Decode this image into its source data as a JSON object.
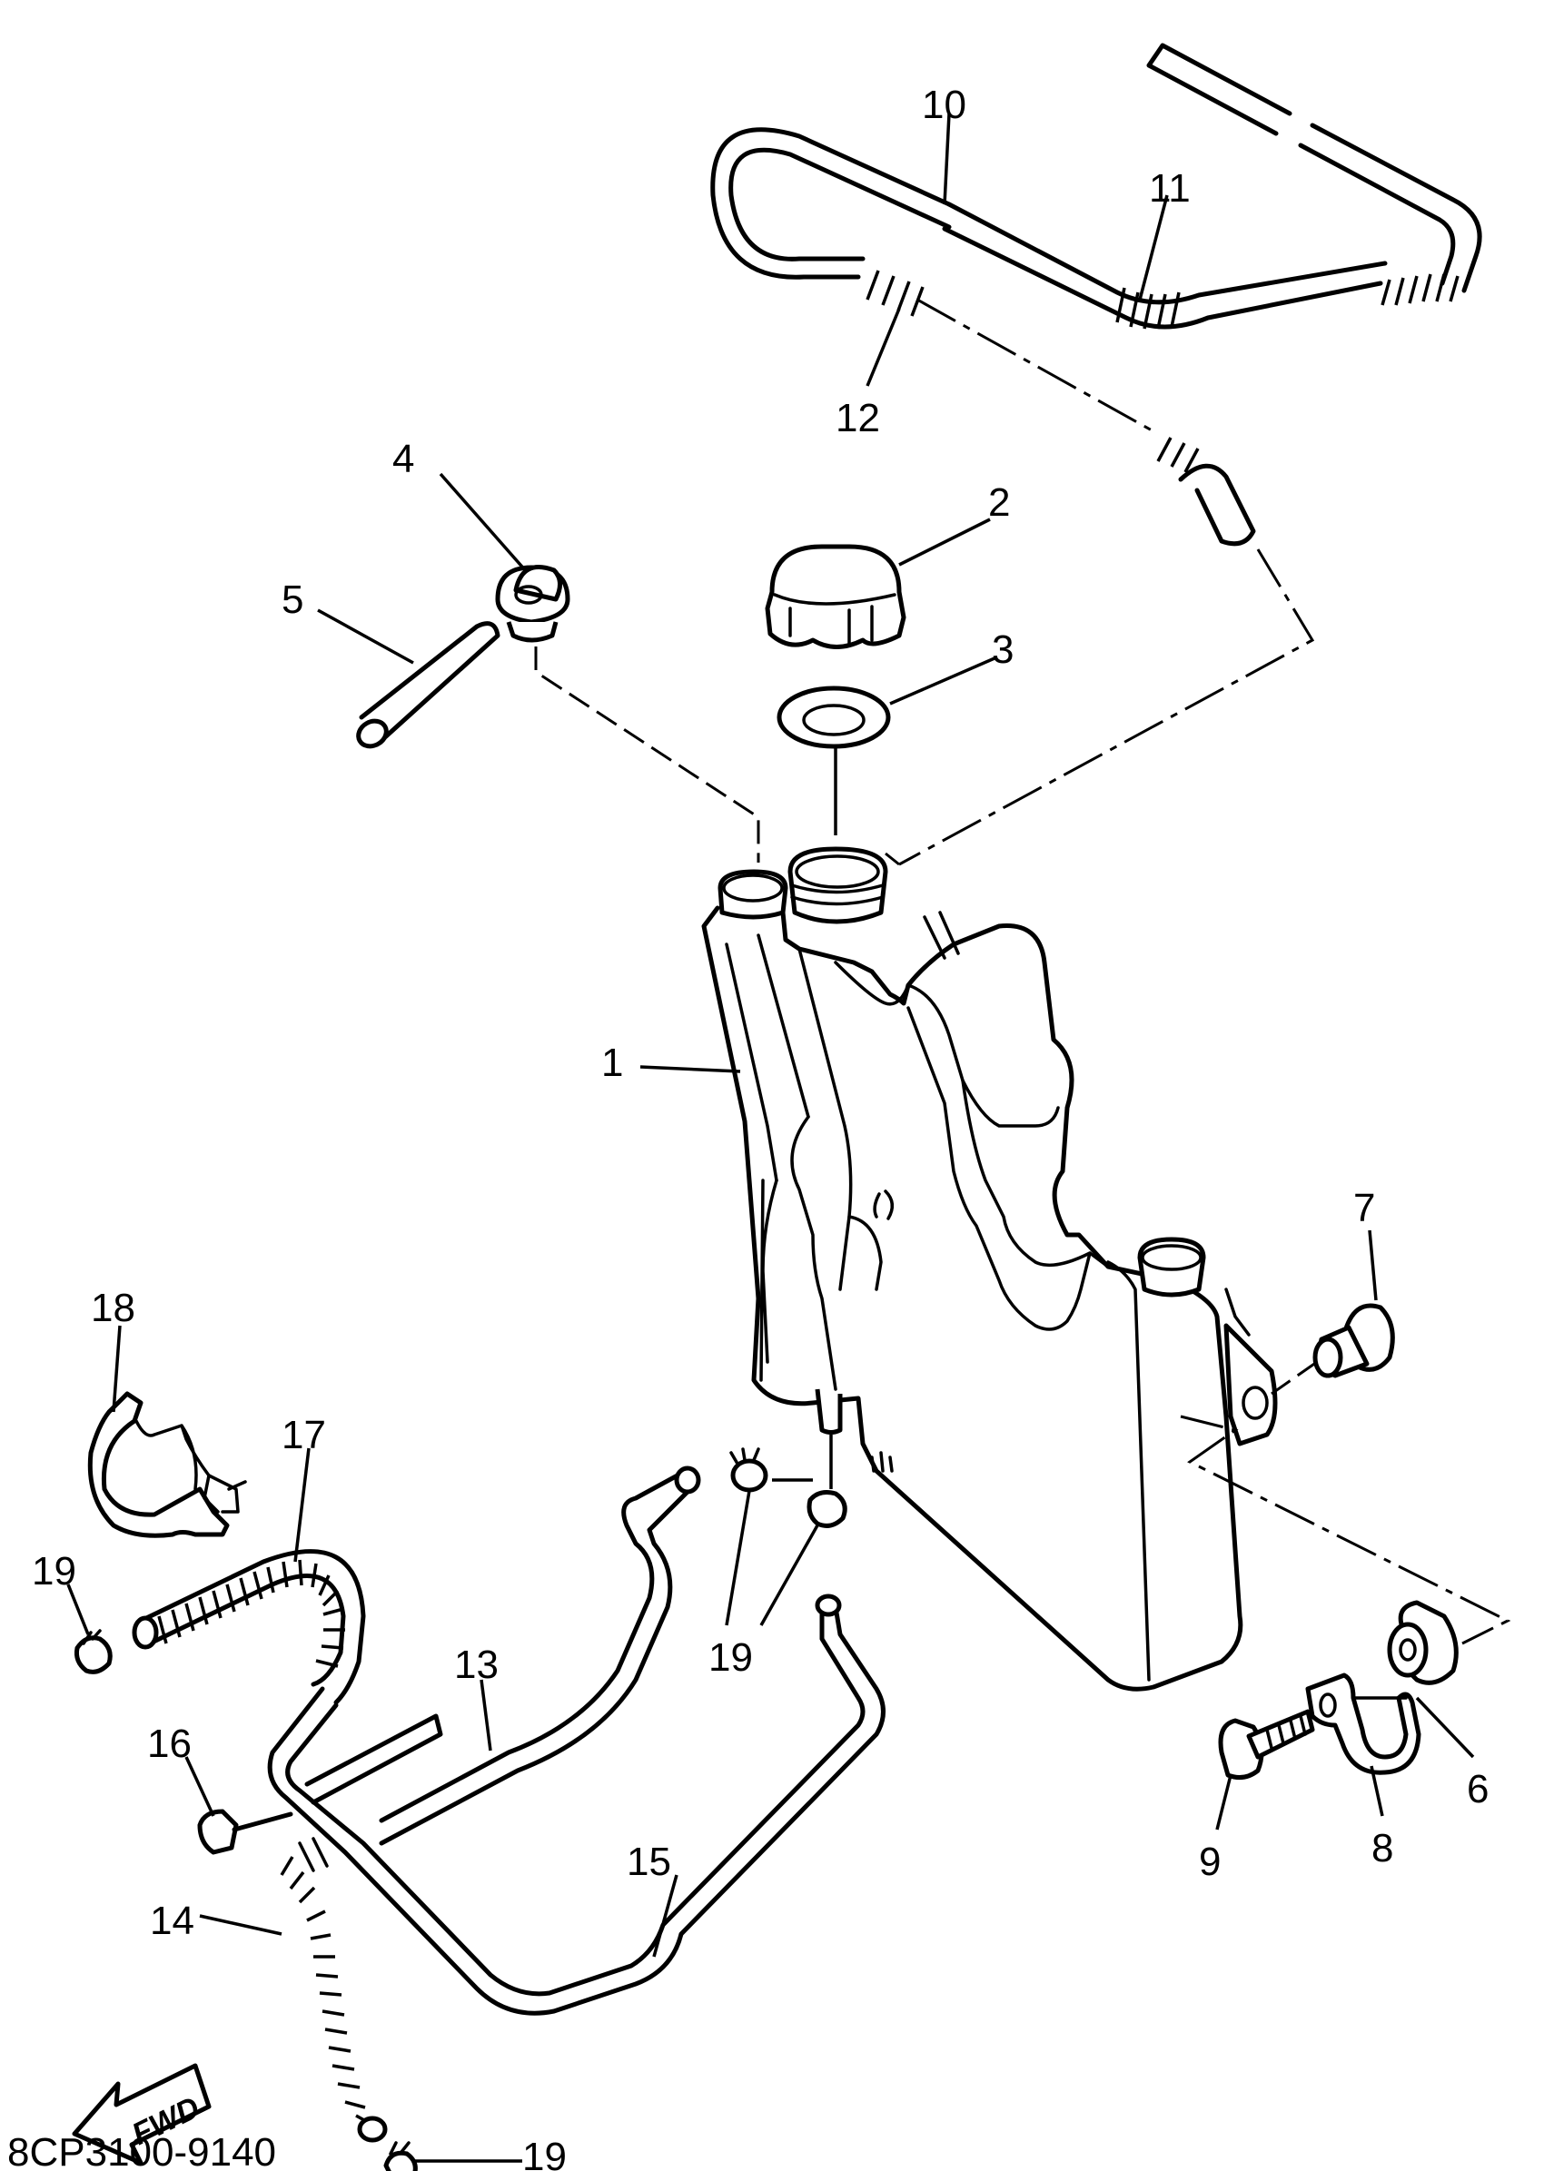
{
  "callouts": {
    "c1": "1",
    "c2": "2",
    "c3": "3",
    "c4": "4",
    "c5": "5",
    "c6": "6",
    "c7": "7",
    "c8": "8",
    "c9": "9",
    "c10": "10",
    "c11": "11",
    "c12": "12",
    "c13": "13",
    "c14": "14",
    "c15": "15",
    "c16": "16",
    "c17": "17",
    "c18": "18",
    "c19a": "19",
    "c19b": "19",
    "c19c": "19"
  },
  "fwd_label": "FWD",
  "diagram_code": "8CP3100-9140"
}
